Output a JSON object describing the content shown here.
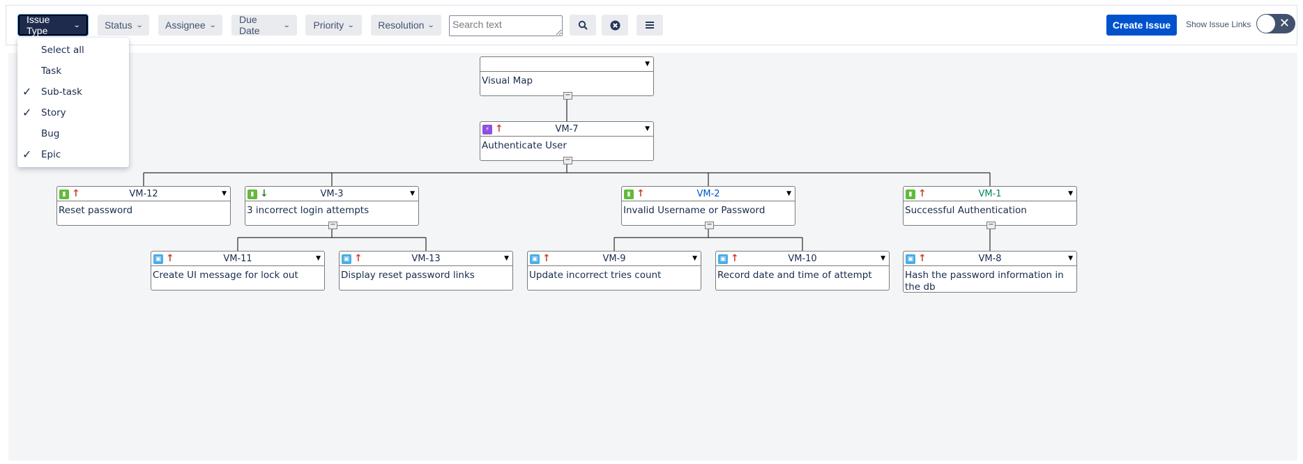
{
  "filters": {
    "issue_type": "Issue Type",
    "status": "Status",
    "assignee": "Assignee",
    "due_date": "Due Date",
    "priority": "Priority",
    "resolution": "Resolution"
  },
  "search": {
    "placeholder": "Search text"
  },
  "toolbar": {
    "create_label": "Create Issue",
    "show_links_label": "Show Issue Links"
  },
  "dropdown": {
    "items": [
      {
        "label": "Select all",
        "checked": false
      },
      {
        "label": "Task",
        "checked": false
      },
      {
        "label": "Sub-task",
        "checked": true
      },
      {
        "label": "Story",
        "checked": true
      },
      {
        "label": "Bug",
        "checked": false
      },
      {
        "label": "Epic",
        "checked": true
      }
    ]
  },
  "colors": {
    "accent": "#0052cc",
    "story": "#63ba3c",
    "epic": "#904ee2",
    "subtask": "#4bade8",
    "priority_high": "#d04437",
    "priority_low": "#2a8735"
  },
  "tree": {
    "root": {
      "key": "",
      "summary": "Visual Map"
    },
    "vm7": {
      "key": "VM-7",
      "summary": "Authenticate User",
      "type_icon": "epic-icon",
      "priority": "up"
    },
    "vm12": {
      "key": "VM-12",
      "summary": "Reset password",
      "type_icon": "story-icon",
      "priority": "up"
    },
    "vm3": {
      "key": "VM-3",
      "summary": "3 incorrect login attempts",
      "type_icon": "story-icon",
      "priority": "down"
    },
    "vm2": {
      "key": "VM-2",
      "summary": "Invalid Username or Password",
      "type_icon": "story-icon",
      "priority": "up"
    },
    "vm1": {
      "key": "VM-1",
      "summary": "Successful Authentication",
      "type_icon": "story-icon",
      "priority": "up"
    },
    "vm11": {
      "key": "VM-11",
      "summary": "Create UI message for lock out",
      "type_icon": "subtask-icon",
      "priority": "up"
    },
    "vm13": {
      "key": "VM-13",
      "summary": "Display reset password links",
      "type_icon": "subtask-icon",
      "priority": "up"
    },
    "vm9": {
      "key": "VM-9",
      "summary": "Update incorrect tries count",
      "type_icon": "subtask-icon",
      "priority": "up"
    },
    "vm10": {
      "key": "VM-10",
      "summary": "Record date and time of attempt",
      "type_icon": "subtask-icon",
      "priority": "up"
    },
    "vm8": {
      "key": "VM-8",
      "summary": "Hash the password information in the db",
      "type_icon": "subtask-icon",
      "priority": "up"
    }
  }
}
